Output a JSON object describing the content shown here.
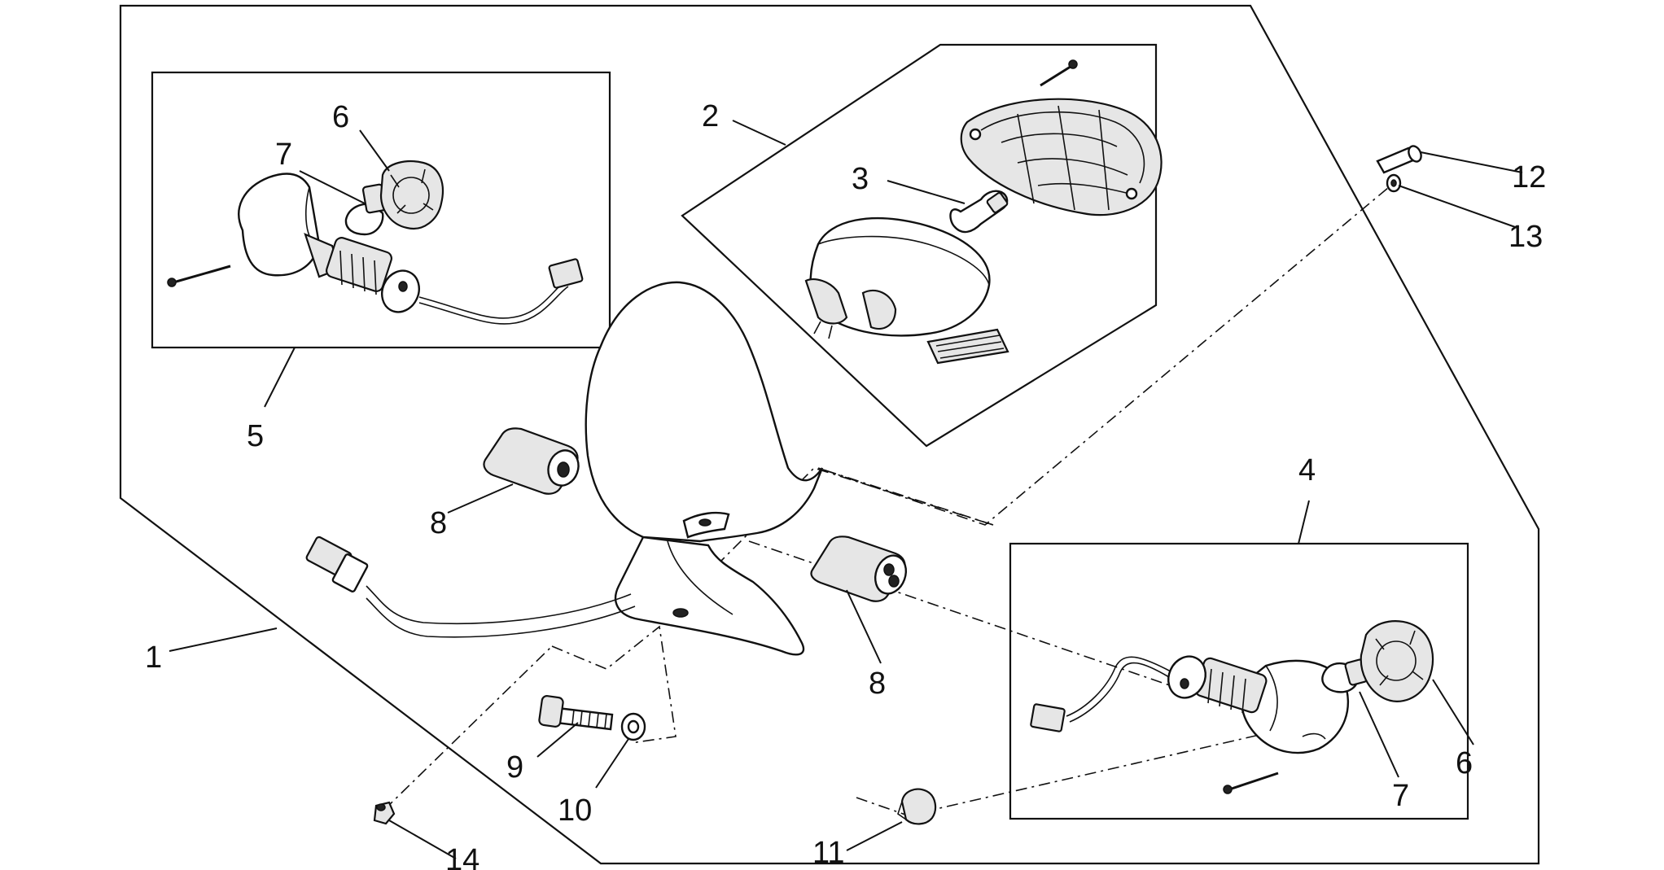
{
  "labels": {
    "l1": "1",
    "l2": "2",
    "l3": "3",
    "l4": "4",
    "l5": "5",
    "l6a": "6",
    "l7a": "7",
    "l8a": "8",
    "l8b": "8",
    "l9": "9",
    "l10": "10",
    "l11": "11",
    "l12": "12",
    "l13": "13",
    "l14": "14",
    "l6b": "6",
    "l7b": "7"
  }
}
